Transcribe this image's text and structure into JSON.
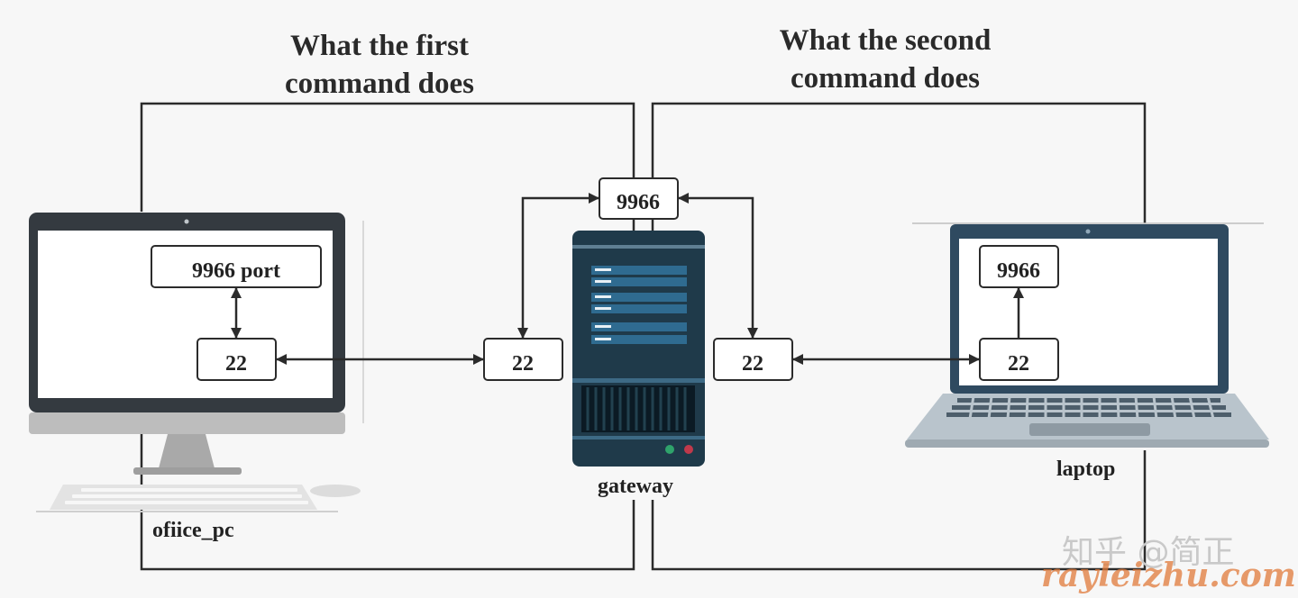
{
  "titles": {
    "first": [
      "What the first",
      "command does"
    ],
    "second": [
      "What the second",
      "command does"
    ]
  },
  "devices": {
    "office_pc": "ofiice_pc",
    "gateway": "gateway",
    "laptop": "laptop"
  },
  "ports": {
    "office_pc_forward": "9966 port",
    "office_pc_ssh": "22",
    "gateway_listen": "9966",
    "gateway_ssh_left": "22",
    "gateway_ssh_right": "22",
    "laptop_forward": "9966",
    "laptop_ssh": "22"
  },
  "watermark": {
    "line1": "知乎 @简正",
    "line2": "rayleizhu.com"
  },
  "colors": {
    "line": "#2b2b2b",
    "monitor_bezel": "#343a40",
    "monitor_chin": "#bdbdbd",
    "server_body": "#1f3a4a",
    "server_slot": "#2f6b90",
    "laptop_frame": "#2f4a60",
    "laptop_base": "#b9c4cc",
    "led_green": "#2fa36b",
    "led_red": "#c0394b",
    "watermark_orange": "#e07a3a"
  }
}
